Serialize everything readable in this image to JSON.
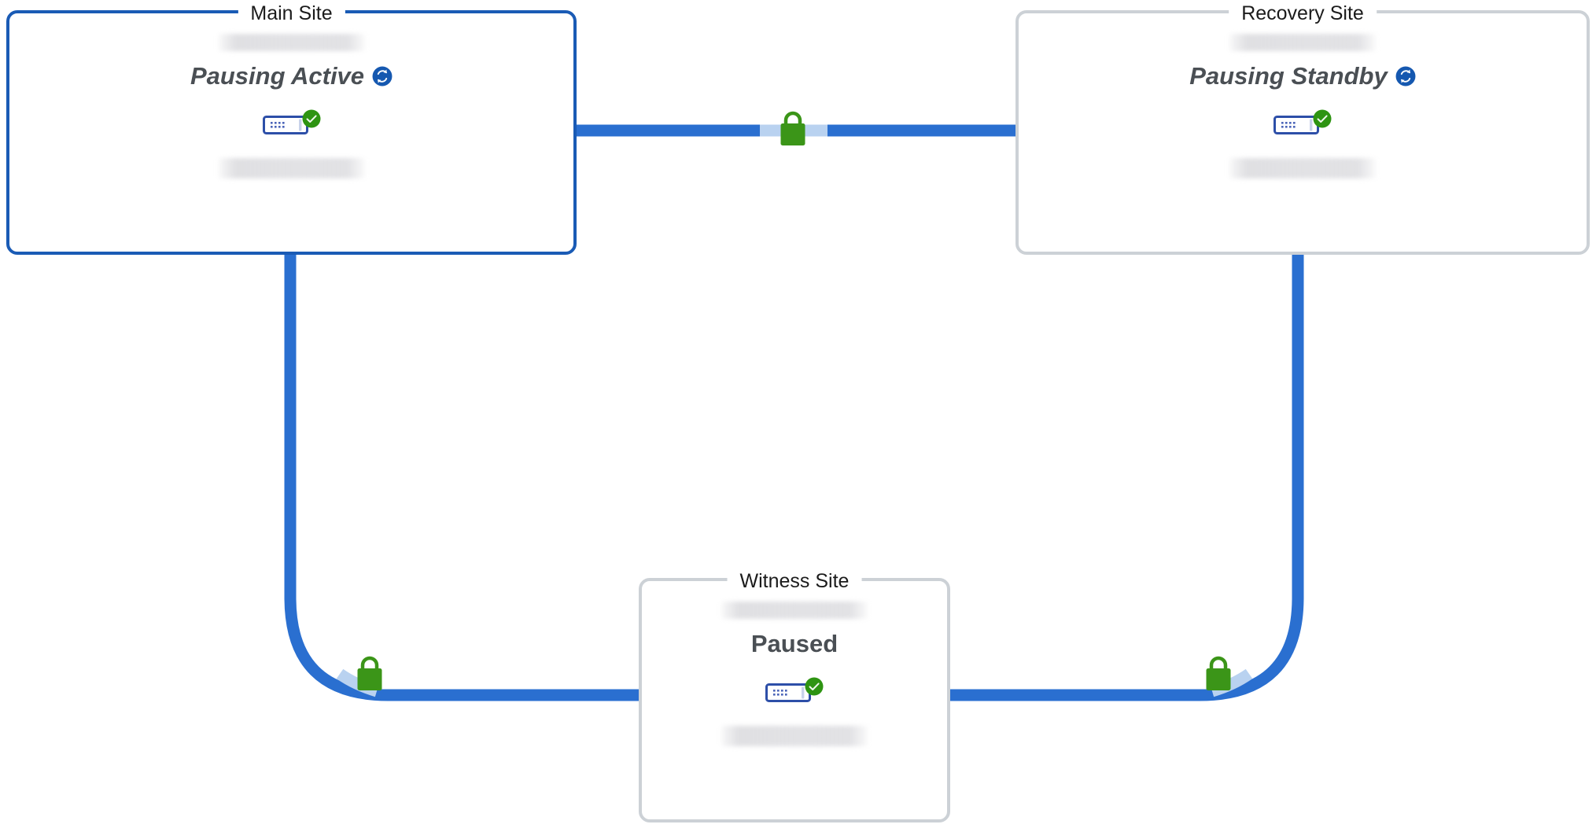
{
  "diagram": {
    "type": "replication-topology",
    "background": "#ffffff",
    "colors": {
      "link": "#2a6fd0",
      "link_highlight": "#b9d2f0",
      "active_border": "#1a5bb5",
      "inactive_border": "#ccd1d6",
      "lock": "#3b9518",
      "health_ok": "#2e9412",
      "sync": "#1558b0",
      "device": "#2d4fa8",
      "title_text": "#1b1b1b",
      "status_text": "#4a4f54"
    },
    "sites": [
      {
        "id": "main",
        "title": "Main Site",
        "status": "Pausing Active",
        "status_style": "bold-italic",
        "border": "active",
        "name_redacted": true,
        "footer_redacted": true,
        "sync_icon": "sync-refresh-icon",
        "device_icon": "storage-array-icon",
        "health_icon": "check-circle-icon",
        "health_state": "ok"
      },
      {
        "id": "recovery",
        "title": "Recovery Site",
        "status": "Pausing Standby",
        "status_style": "bold-italic",
        "border": "inactive",
        "name_redacted": true,
        "footer_redacted": true,
        "sync_icon": "sync-refresh-icon",
        "device_icon": "storage-array-icon",
        "health_icon": "check-circle-icon",
        "health_state": "ok"
      },
      {
        "id": "witness",
        "title": "Witness Site",
        "status": "Paused",
        "status_style": "bold",
        "border": "inactive",
        "name_redacted": true,
        "footer_redacted": true,
        "sync_icon": null,
        "device_icon": "storage-array-icon",
        "health_icon": "check-circle-icon",
        "health_state": "ok"
      }
    ],
    "links": [
      {
        "id": "main-recovery",
        "from": "main",
        "to": "recovery",
        "secured": true,
        "lock_icon": "lock-icon"
      },
      {
        "id": "main-witness",
        "from": "main",
        "to": "witness",
        "secured": true,
        "lock_icon": "lock-icon"
      },
      {
        "id": "recovery-witness",
        "from": "recovery",
        "to": "witness",
        "secured": true,
        "lock_icon": "lock-icon"
      }
    ]
  }
}
